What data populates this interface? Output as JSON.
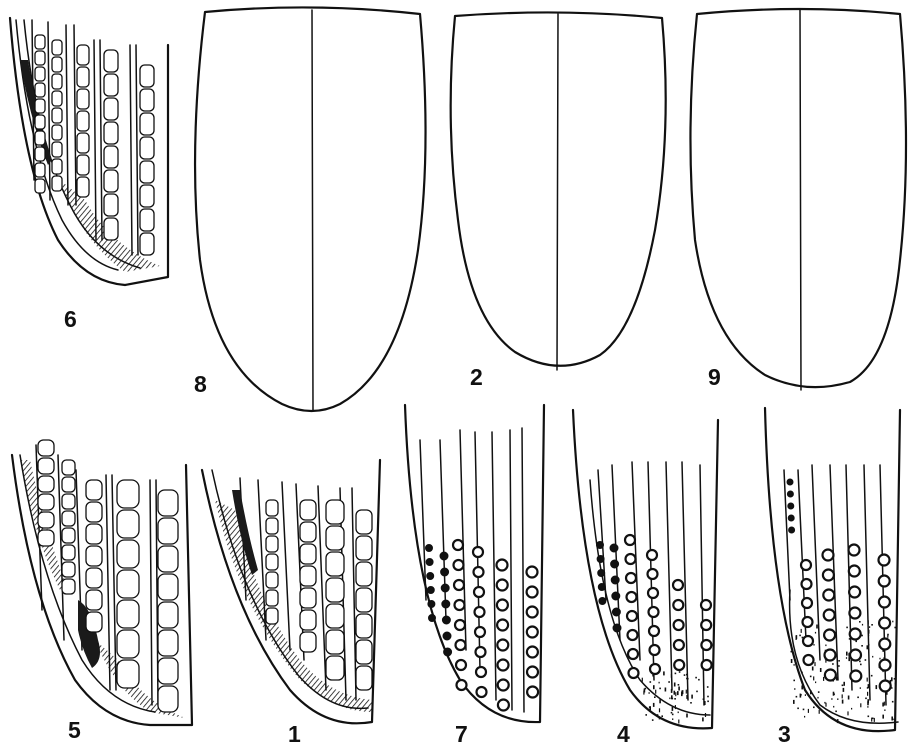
{
  "figure_labels": {
    "fig1": "1",
    "fig2": "2",
    "fig3": "3",
    "fig4": "4",
    "fig5": "5",
    "fig6": "6",
    "fig7": "7",
    "fig8": "8",
    "fig9": "9"
  }
}
